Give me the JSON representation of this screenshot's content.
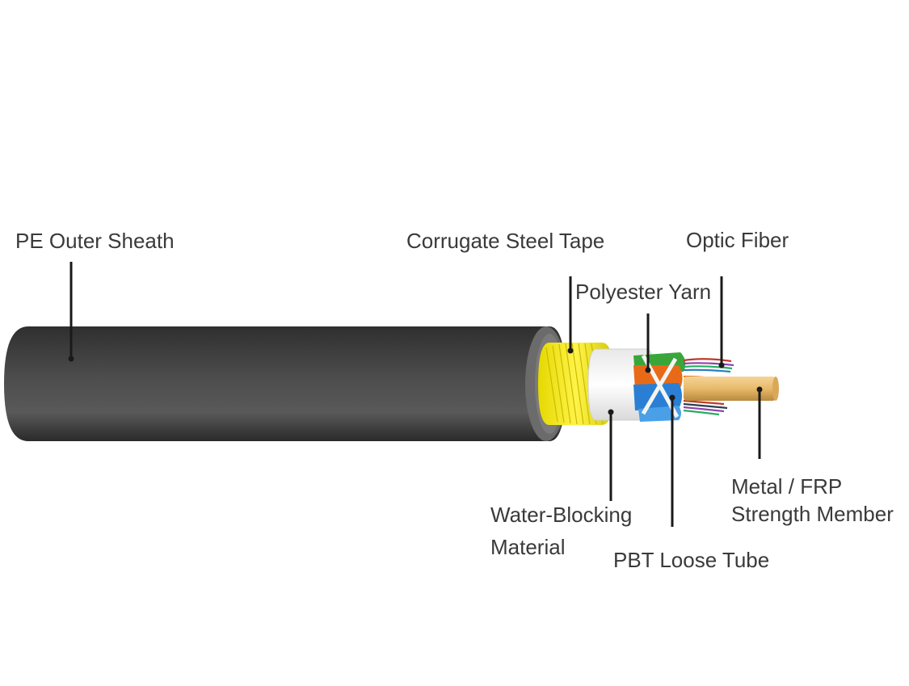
{
  "diagram": {
    "labels": {
      "pe_outer_sheath": "PE Outer Sheath",
      "corrugate_steel_tape": "Corrugate Steel Tape",
      "optic_fiber": "Optic Fiber",
      "polyester_yarn": "Polyester Yarn",
      "water_blocking_line1": "Water-Blocking",
      "water_blocking_line2": "Material",
      "pbt_loose_tube": "PBT Loose Tube",
      "strength_member_line1": "Metal / FRP",
      "strength_member_line2": "Strength Member"
    },
    "colors": {
      "sheath": "#3b3b3b",
      "steel_tape": "#f2e600",
      "water_blocking": "#f2f2f2",
      "tube_orange": "#e86a17",
      "tube_blue": "#2a7fd4",
      "tube_green": "#3aa63a",
      "strength_member": "#e8b96a",
      "leader": "#1a1a1a"
    }
  }
}
